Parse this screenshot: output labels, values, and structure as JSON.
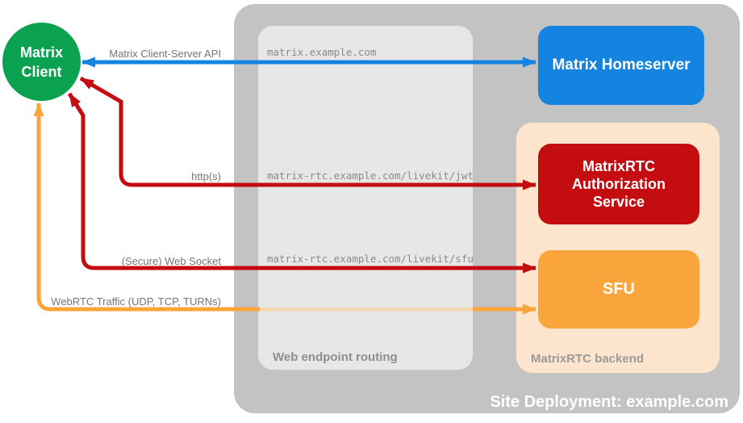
{
  "nodes": {
    "client": {
      "line1": "Matrix",
      "line2": "Client",
      "color": "#0aa250"
    },
    "homeserver": {
      "label": "Matrix Homeserver",
      "color": "#1584e1"
    },
    "auth_service": {
      "label": "MatrixRTC Authorization Service",
      "color": "#c40d10"
    },
    "sfu": {
      "label": "SFU",
      "color": "#faa53c"
    }
  },
  "containers": {
    "site": {
      "label": "Site Deployment: example.com",
      "color": "#c3c3c3"
    },
    "web_routing": {
      "label": "Web endpoint routing",
      "color": "#e7e7e7"
    },
    "backend": {
      "label": "MatrixRTC backend",
      "color": "#fce5cc"
    }
  },
  "arrows": [
    {
      "label": "Matrix Client-Server API",
      "endpoint": "matrix.example.com",
      "color": "#1584e1",
      "bidirectional": true,
      "from": "Matrix Client",
      "to": "Matrix Homeserver"
    },
    {
      "label": "http(s)",
      "endpoint": "matrix-rtc.example.com/livekit/jwt",
      "color": "#c40d10",
      "bidirectional": true,
      "from": "Matrix Client",
      "to": "MatrixRTC Authorization Service"
    },
    {
      "label": "(Secure) Web Socket",
      "endpoint": "matrix-rtc.example.com/livekit/sfu",
      "color": "#c40d10",
      "bidirectional": true,
      "from": "Matrix Client",
      "to": "SFU"
    },
    {
      "label": "WebRTC Traffic (UDP, TCP, TURNs)",
      "endpoint": "",
      "color": "#faa53c",
      "underpass_color": "#f5d9b4",
      "bidirectional": true,
      "from": "Matrix Client",
      "to": "SFU"
    }
  ]
}
